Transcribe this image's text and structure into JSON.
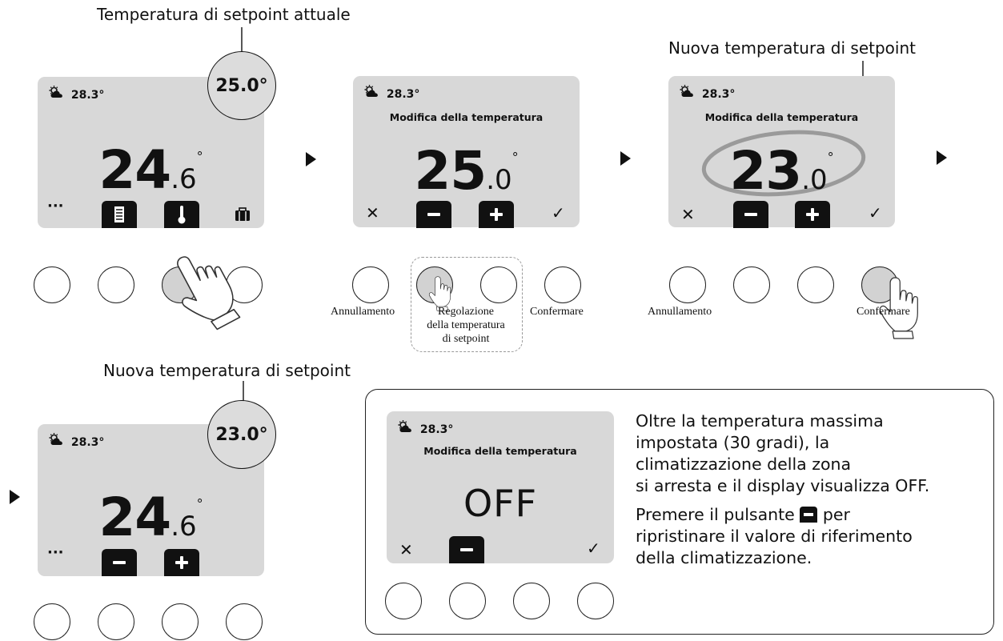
{
  "labels": {
    "current_setpoint": "Temperatura di setpoint attuale",
    "new_setpoint_top": "Nuova temperatura di setpoint",
    "new_setpoint_bottom": "Nuova temperatura di setpoint"
  },
  "weather": {
    "icon": "sun-cloud-icon",
    "temp": "28.3°"
  },
  "edit_title": "Modifica della temperatura",
  "screens": {
    "s1": {
      "int": "24",
      "dec": ".6",
      "deg": "°",
      "menu": "···",
      "bubble": "25.0°"
    },
    "s2": {
      "int": "25",
      "dec": ".0",
      "deg": "°",
      "cancel": "✕",
      "confirm": "✓"
    },
    "s3": {
      "int": "23",
      "dec": ".0",
      "deg": "°",
      "cancel": "✕",
      "confirm": "✓"
    },
    "s4": {
      "int": "24",
      "dec": ".6",
      "deg": "°",
      "menu": "···",
      "bubble": "23.0°"
    },
    "s5": {
      "value": "OFF",
      "cancel": "✕",
      "confirm": "✓"
    }
  },
  "captions": {
    "cancel": "Annullamento",
    "adjust_line1": "Regolazione",
    "adjust_line2": "della temperatura",
    "adjust_line3": "di setpoint",
    "confirm": "Confermare",
    "cancel_2": "Annullamento",
    "confirm_2": "Confermare"
  },
  "note": {
    "line1": "Oltre la temperatura massima",
    "line2": "impostata (30 gradi), la",
    "line3": "climatizzazione della zona",
    "line4": "si arresta e il display visualizza OFF.",
    "p2_before": "Premere il pulsante",
    "p2_after": "per",
    "p2_line2": "ripristinare il valore di riferimento",
    "p2_line3": "della climatizzazione."
  },
  "icons": {
    "program": "program-list-icon",
    "thermometer": "thermometer-icon",
    "briefcase": "briefcase-icon",
    "hand": "hand-pointer-icon",
    "arrow": "arrow-right-icon"
  }
}
